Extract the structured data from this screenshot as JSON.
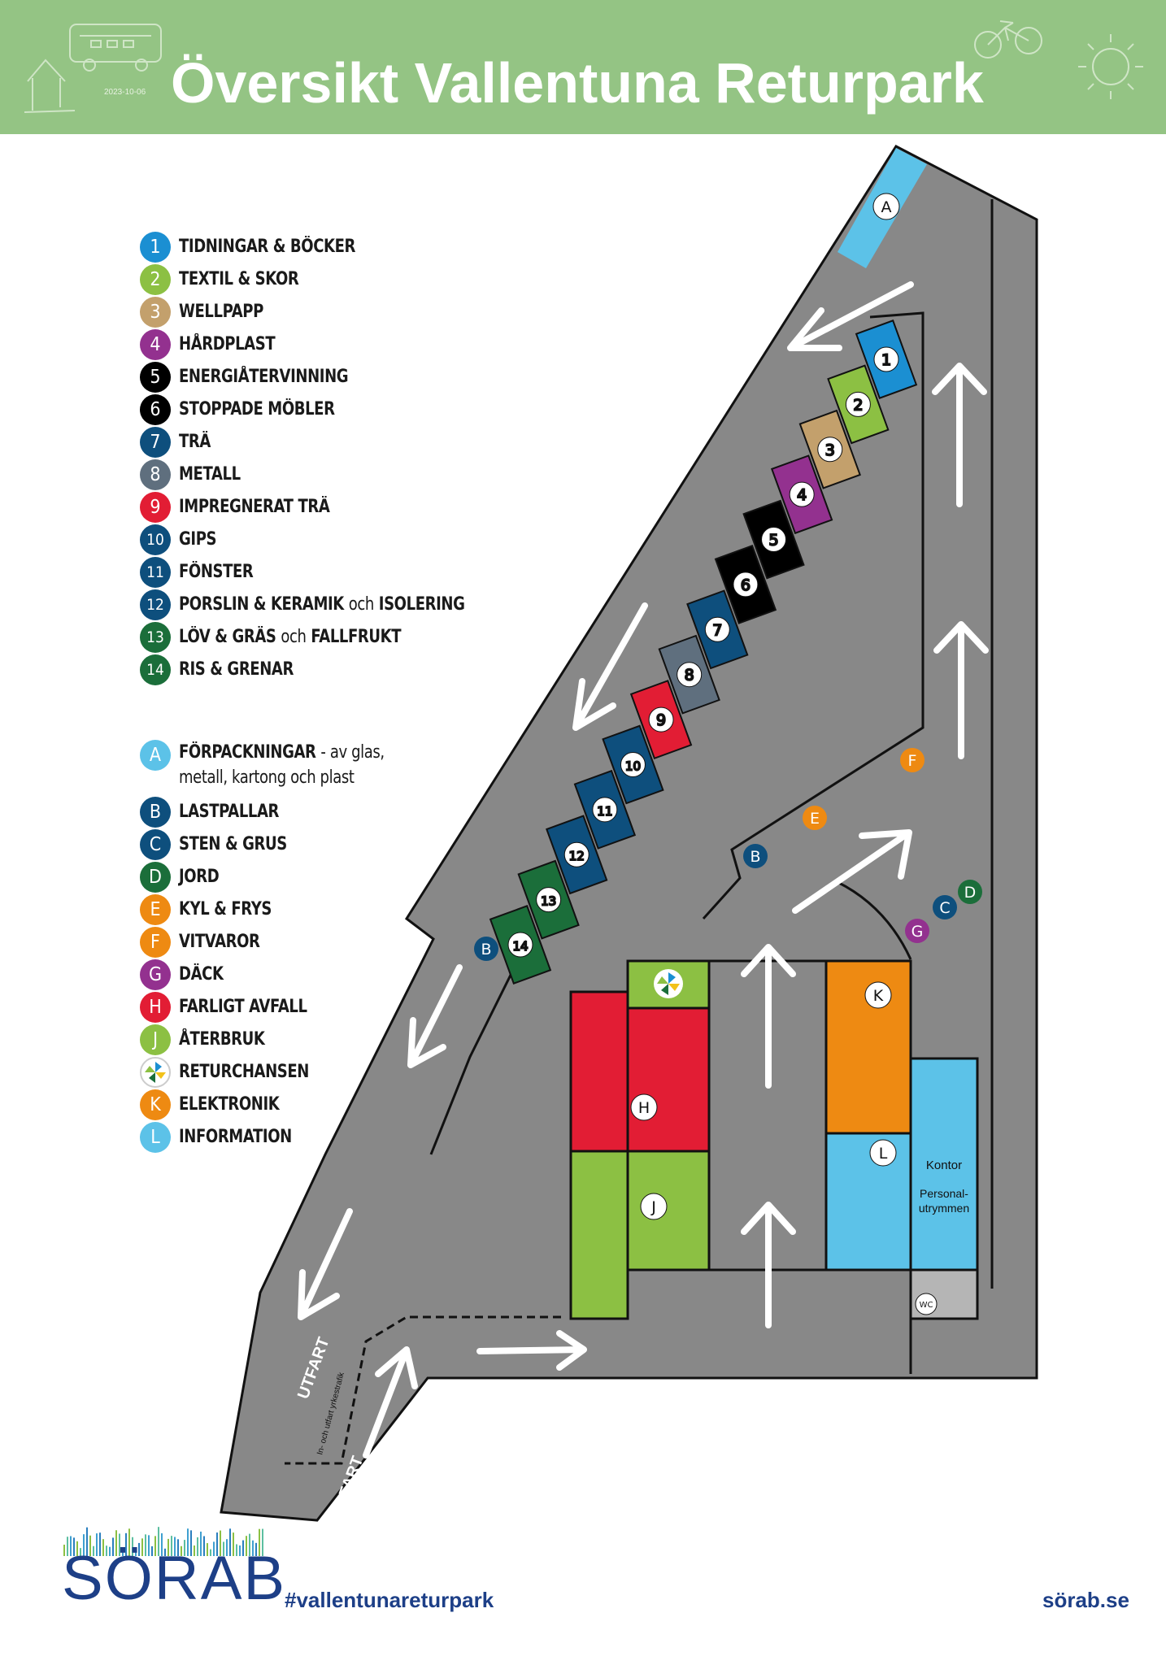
{
  "header": {
    "title": "Översikt Vallentuna Returpark",
    "date": "2023-10-06",
    "background_color": "#94c484"
  },
  "legend": {
    "numbered": [
      {
        "key": "1",
        "label": "TIDNINGAR & BÖCKER",
        "color": "#1b8fd2"
      },
      {
        "key": "2",
        "label": "TEXTIL & SKOR",
        "color": "#8cc043"
      },
      {
        "key": "3",
        "label": "WELLPAPP",
        "color": "#c3a06c"
      },
      {
        "key": "4",
        "label": "HÅRDPLAST",
        "color": "#93318f"
      },
      {
        "key": "5",
        "label": "ENERGIÅTERVINNING",
        "color": "#000000"
      },
      {
        "key": "6",
        "label": "STOPPADE MÖBLER",
        "color": "#000000"
      },
      {
        "key": "7",
        "label": "TRÄ",
        "color": "#0e4f7d"
      },
      {
        "key": "8",
        "label": "METALL",
        "color": "#5f6f7e"
      },
      {
        "key": "9",
        "label": "IMPREGNERAT TRÄ",
        "color": "#e21d34"
      },
      {
        "key": "10",
        "label": "GIPS",
        "color": "#0e4f7d"
      },
      {
        "key": "11",
        "label": "FÖNSTER",
        "color": "#0e4f7d"
      },
      {
        "key": "12",
        "label_main": "PORSLIN & KERAMIK",
        "label_small": "och",
        "label_end": "ISOLERING",
        "color": "#0e4f7d"
      },
      {
        "key": "13",
        "label_main": "LÖV & GRÄS",
        "label_small": "och",
        "label_end": "FALLFRUKT",
        "color": "#1b6e3a"
      },
      {
        "key": "14",
        "label": "RIS & GRENAR",
        "color": "#1b6e3a"
      }
    ],
    "lettered": [
      {
        "key": "A",
        "label_main": "FÖRPACKNINGAR",
        "label_small": "- av glas, metall, kartong och plast",
        "color": "#5cc2e8"
      },
      {
        "key": "B",
        "label": "LASTPALLAR",
        "color": "#0e4f7d"
      },
      {
        "key": "C",
        "label": "STEN & GRUS",
        "color": "#0e4f7d"
      },
      {
        "key": "D",
        "label": "JORD",
        "color": "#1b6e3a"
      },
      {
        "key": "E",
        "label": "KYL & FRYS",
        "color": "#ee8a12"
      },
      {
        "key": "F",
        "label": "VITVAROR",
        "color": "#ee8a12"
      },
      {
        "key": "G",
        "label": "DÄCK",
        "color": "#93318f"
      },
      {
        "key": "H",
        "label": "FARLIGT AVFALL",
        "color": "#e21d34"
      },
      {
        "key": "J",
        "label": "ÅTERBRUK",
        "color": "#8cc043"
      },
      {
        "key": "returchansen",
        "label": "RETURCHANSEN",
        "icon": "returchansen-pinwheel-icon"
      },
      {
        "key": "K",
        "label": "ELEKTRONIK",
        "color": "#ee8a12"
      },
      {
        "key": "L",
        "label": "INFORMATION",
        "color": "#5cc2e8"
      }
    ]
  },
  "map": {
    "zones": {
      "A": "A",
      "B": "B",
      "C": "C",
      "D": "D",
      "E": "E",
      "F": "F",
      "G": "G",
      "H": "H",
      "J": "J",
      "K": "K",
      "L": "L"
    },
    "building": {
      "office": "Kontor",
      "staff_line1": "Personal-",
      "staff_line2": "utrymmen",
      "wc": "WC"
    },
    "road_labels": {
      "exit": "UTFART",
      "entry": "INFART",
      "trade": "In- och utfart yrkestrafik"
    }
  },
  "footer": {
    "logo": "SÖRAB",
    "hashtag": "#vallentunareturpark",
    "url": "sörab.se",
    "brand_color": "#1d3f87"
  }
}
